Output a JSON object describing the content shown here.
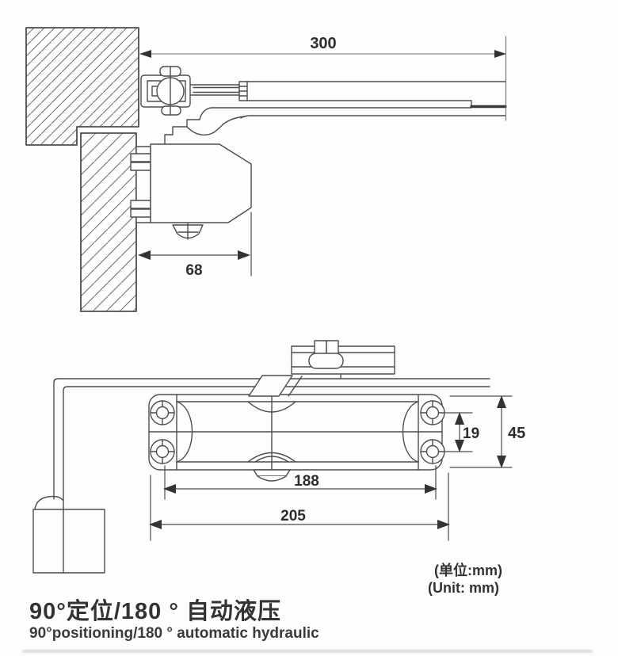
{
  "colors": {
    "background": "#fdfdfd",
    "line": "#4d4d4d",
    "dim_line": "#6b6b6b",
    "text": "#2d2d2d"
  },
  "side_view": {
    "description": "door closer side installation section view",
    "dim_arm": "300",
    "dim_body": "68"
  },
  "front_view": {
    "description": "door closer body front view",
    "dim_screw_span": "188",
    "dim_overall": "205",
    "dim_screw_height": "19",
    "dim_height": "45"
  },
  "unit_note": {
    "zh": "(单位:mm)",
    "en": "(Unit: mm)"
  },
  "caption": {
    "zh": "90°定位/180 ° 自动液压",
    "en": "90°positioning/180 ° automatic hydraulic"
  }
}
